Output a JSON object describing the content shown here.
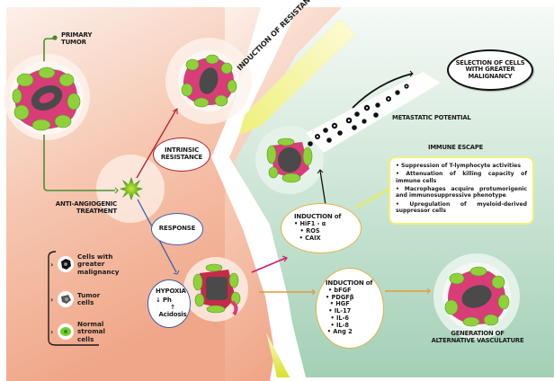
{
  "title": "Anti-angiogenic treatment resistance mechanisms",
  "left_panel": {
    "primary_tumor": "PRIMARY\nTUMOR",
    "treatment": "ANTI-ANGIOGENIC\nTREATMENT",
    "intrinsic_resistance": "INTRINSIC\nRESISTANCE",
    "response": "RESPONSE",
    "hypoxia": {
      "title": "HYPOXIA",
      "items": [
        {
          "arrow": "↓",
          "text": "Ph"
        },
        {
          "arrow": "↑",
          "text": "Acidosis"
        }
      ]
    }
  },
  "legend": {
    "items": [
      {
        "icon": "malignant-cell-icon",
        "label": "Cells with\ngreater\nmalignancy"
      },
      {
        "icon": "tumor-cell-icon",
        "label": "Tumor\ncells"
      },
      {
        "icon": "stromal-cell-icon",
        "label": "Normal\nstromal\ncells"
      }
    ]
  },
  "banner": "INDUCTION OF RESISTANCE",
  "right_panel": {
    "selection": "SELECTION OF CELLS\nWITH GREATER\nMALIGNANCY",
    "metastatic": "METASTATIC POTENTIAL",
    "immune_escape": {
      "title": "IMMUNE ESCAPE",
      "items": [
        "• Suppression of T-lymphocyte activities",
        "• Attenuation of killing capacity of immune cells",
        "• Macrophages acquire protumorigenic and immunosuppressive phenotype",
        "• Upregulation of myeloid-derived suppressor cells"
      ]
    },
    "induction1": {
      "title": "INDUCTION of",
      "items": [
        "• HiF1 - α",
        "• ROS",
        "• CAIX"
      ]
    },
    "induction2": {
      "title": "INDUCTION of",
      "items": [
        "• bFGF",
        "• PDGFβ",
        "• HGF",
        "• IL-17",
        "• IL-6",
        "• IL-8",
        "• Ang 2"
      ]
    },
    "vasculature": "GENERATION OF\nALTERNATIVE VASCULATURE"
  },
  "colors": {
    "left_bg_light": "#fbe6dc",
    "left_bg_dark": "#f0a88a",
    "right_bg_light": "#eef5ef",
    "right_bg_dark": "#a3d0b6",
    "banner_yellow": "#eef07a",
    "intrinsic_red": "#b31d2c",
    "response_blue": "#3c5ea8",
    "magenta_arrow": "#cc1b6e",
    "orange_arrow": "#e29a3a",
    "green_line": "#4e8e2e",
    "immune_border": "#eef07a"
  }
}
